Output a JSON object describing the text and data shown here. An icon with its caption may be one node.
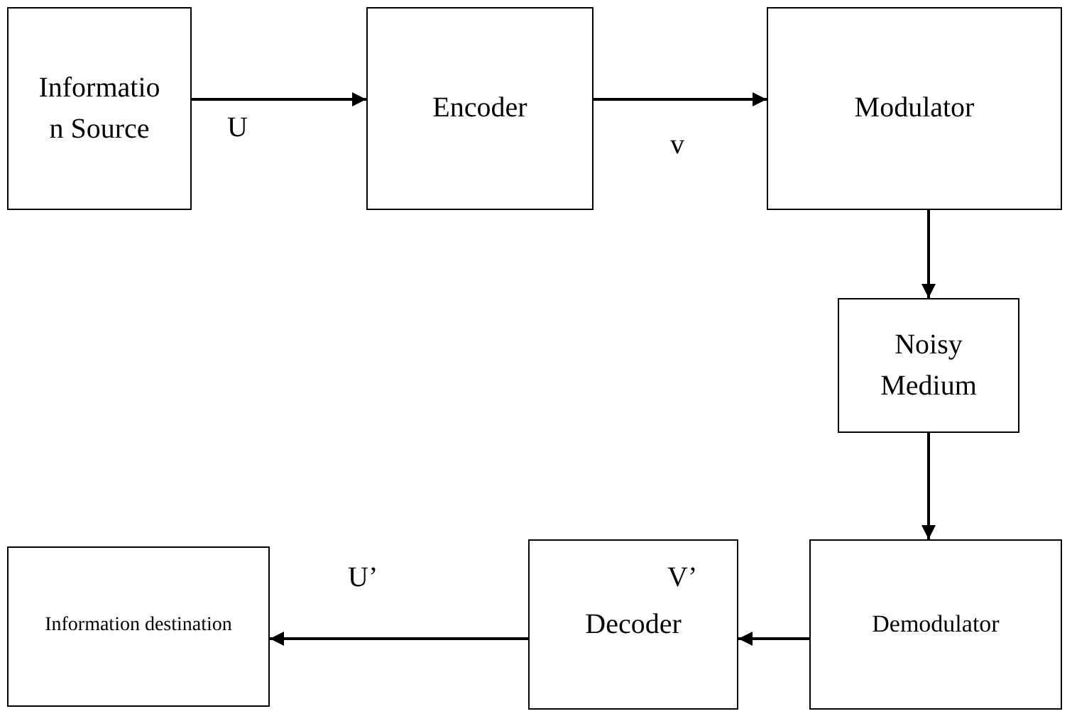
{
  "diagram": {
    "nodes": [
      {
        "text": [
          "Informatio n Source"
        ]
      },
      {
        "text": [
          "Encoder"
        ]
      },
      {
        "text": [
          "Modulator"
        ]
      },
      {
        "text": [
          "Noisy Medium"
        ]
      },
      {
        "text": [
          "Demodulator"
        ]
      },
      {
        "text": [
          "Decoder"
        ]
      },
      {
        "text": [
          "Information destination"
        ]
      }
    ],
    "edges": [
      {
        "from": 0,
        "to": 1,
        "arrow": "to",
        "label": "U"
      },
      {
        "from": 1,
        "to": 2,
        "arrow": "to",
        "label": "v"
      },
      {
        "from": 2,
        "to": 3,
        "arrow": "to"
      },
      {
        "from": 3,
        "to": 4,
        "arrow": "to"
      },
      {
        "from": 4,
        "to": 5,
        "arrow": "to",
        "label": "V’"
      },
      {
        "from": 5,
        "to": 6,
        "arrow": "to",
        "label": "U’"
      }
    ]
  }
}
